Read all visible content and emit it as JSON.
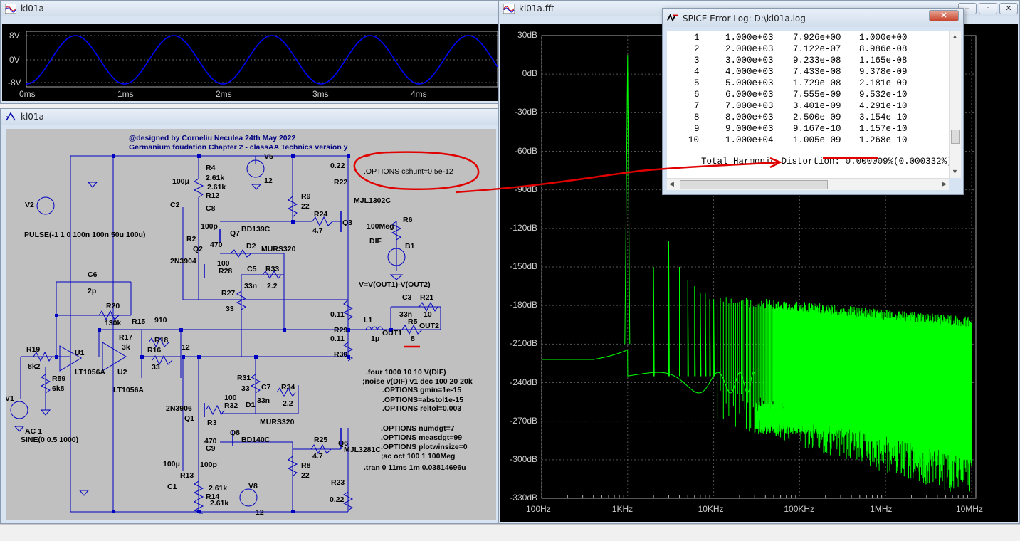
{
  "windows": {
    "transient": {
      "title": "kl01a",
      "y_ticks": [
        "8V",
        "0V",
        "-8V"
      ],
      "x_ticks": [
        "0ms",
        "1ms",
        "2ms",
        "3ms",
        "4ms"
      ]
    },
    "schematic": {
      "title": "kl01a",
      "credit": "@designed by Corneliu Neculea 24th May 2022",
      "subtitle": "Germanium foudation Chapter 2 - classAA Technics version y",
      "option_cshunt": ".OPTIONS cshunt=0.5e-12",
      "pulse_src": "PULSE(-1 1 0 100n 100n 50u 100u)",
      "sine_src": "SINE(0 0.5 1000)",
      "ac_src": "AC 1",
      "bvolt": "V=V(OUT1)-V(OUT2)",
      "directives": [
        ".four 1000 10 10 V(DIF)",
        ";noise v(DIF) v1 dec 100 20 20k",
        ".OPTIONS gmin=1e-15",
        ".OPTIONS=abstol1e-15",
        ".OPTIONS reltol=0.003",
        ".OPTIONS numdgt=7",
        ".OPTIONS measdgt=99",
        ".OPTIONS plotwinsize=0",
        ";ac oct 100 1 100Meg",
        ".tran 0 11ms 1m 0.03814696u"
      ],
      "labels": {
        "V5": "V5",
        "v5val": "12",
        "V8": "V8",
        "v8val": "12",
        "V2": "V2",
        "V1": "V1",
        "R4": "R4",
        "R4v": "2.61k",
        "R12v": "2.61k",
        "R12": "R12",
        "C100u": "100μ",
        "C2": "C2",
        "C8": "C8",
        "C8v": "100p",
        "R2": "R2",
        "R2v": "470",
        "Q7": "Q7",
        "BD139C": "BD139C",
        "Q2": "Q2",
        "N2N3904": "2N3904",
        "R28": "R28",
        "R28v": "100",
        "D2": "D2",
        "MURS320a": "MURS320",
        "C5": "C5",
        "C5v": "33n",
        "R33": "R33",
        "R33v": "2.2",
        "R27": "R27",
        "R27v": "33",
        "C6": "C6",
        "C6v": "2p",
        "R20": "R20",
        "R20v": "130k",
        "R15": "R15",
        "R15v": "910",
        "R17": "R17",
        "R17v": "3k",
        "R18": "R18",
        "R18v": "12",
        "R16": "R16",
        "R16v": "33",
        "R19": "R19",
        "R19v": "8k2",
        "U1": "U1",
        "LT1056Aa": "LT1056A",
        "U2": "U2",
        "LT1056Ab": "LT1056A",
        "R59": "R59",
        "R59v": "6k8",
        "R22v": "0.22",
        "R22": "R22",
        "MJL1302C": "MJL1302C",
        "R9": "R9",
        "R9v": "22",
        "R24": "R24",
        "R24v": "4.7",
        "Q3": "Q3",
        "R6": "R6",
        "R6v": "100Meg",
        "DIF": "DIF",
        "B1": "B1",
        "C3": "C3",
        "C3v": "33n",
        "R21": "R21",
        "R21v": "10",
        "R5": "R5",
        "R5v": "8",
        "L1": "L1",
        "L1v": "1μ",
        "OUT1": "OUT1",
        "OUT2": "OUT2",
        "R29v": "0.11",
        "R29": "R29",
        "R30v": "0.11",
        "R30": "R30",
        "R31": "R31",
        "R31v": "33",
        "C7": "C7",
        "C7v": "33n",
        "R34": "R34",
        "R34v": "2.2",
        "N2N3906": "2N3906",
        "Q1": "Q1",
        "R32": "R32",
        "R32v": "100",
        "D1": "D1",
        "MURS320b": "MURS320",
        "R3": "R3",
        "R3v": "470",
        "C9": "C9",
        "C9v": "100p",
        "Q8": "Q8",
        "BD140C": "BD140C",
        "R25": "R25",
        "R25v": "4.7",
        "Q6": "Q6",
        "MJL3281C": "MJL3281C",
        "R8": "R8",
        "R8v": "22",
        "R13": "R13",
        "R13v": "2.61k",
        "C1": "C1",
        "R14": "R14",
        "R14v": "2.61k",
        "C100u2": "100μ",
        "R23": "R23",
        "R23v": "0.22"
      }
    },
    "fft": {
      "title": "kl01a.fft",
      "y_ticks": [
        "30dB",
        "0dB",
        "-30dB",
        "-60dB",
        "-90dB",
        "-120dB",
        "-150dB",
        "-180dB",
        "-210dB",
        "-240dB",
        "-270dB",
        "-300dB",
        "-330dB"
      ],
      "x_ticks": [
        "100Hz",
        "1KHz",
        "10KHz",
        "100KHz",
        "1MHz",
        "10MHz"
      ],
      "trace_color": "#00ff00"
    },
    "error_log": {
      "title": "SPICE Error Log: D:\\kl01a.log",
      "rows": [
        [
          "1",
          "1.000e+03",
          "7.926e+00",
          "1.000e+00"
        ],
        [
          "2",
          "2.000e+03",
          "7.122e-07",
          "8.986e-08"
        ],
        [
          "3",
          "3.000e+03",
          "9.233e-08",
          "1.165e-08"
        ],
        [
          "4",
          "4.000e+03",
          "7.433e-08",
          "9.378e-09"
        ],
        [
          "5",
          "5.000e+03",
          "1.729e-08",
          "2.181e-09"
        ],
        [
          "6",
          "6.000e+03",
          "7.555e-09",
          "9.532e-10"
        ],
        [
          "7",
          "7.000e+03",
          "3.401e-09",
          "4.291e-10"
        ],
        [
          "8",
          "8.000e+03",
          "2.500e-09",
          "3.154e-10"
        ],
        [
          "9",
          "9.000e+03",
          "9.167e-10",
          "1.157e-10"
        ],
        [
          "10",
          "1.000e+04",
          "1.005e-09",
          "1.268e-10"
        ]
      ],
      "thd_label": "Total Harmonic Distortion: ",
      "thd_value": "0.000009%",
      "thd_paren": "(0.000332%)"
    }
  },
  "colors": {
    "wire": "#0000c0",
    "text": "#000080",
    "trace_blue": "#0000ff",
    "annotation_red": "#e00000"
  }
}
